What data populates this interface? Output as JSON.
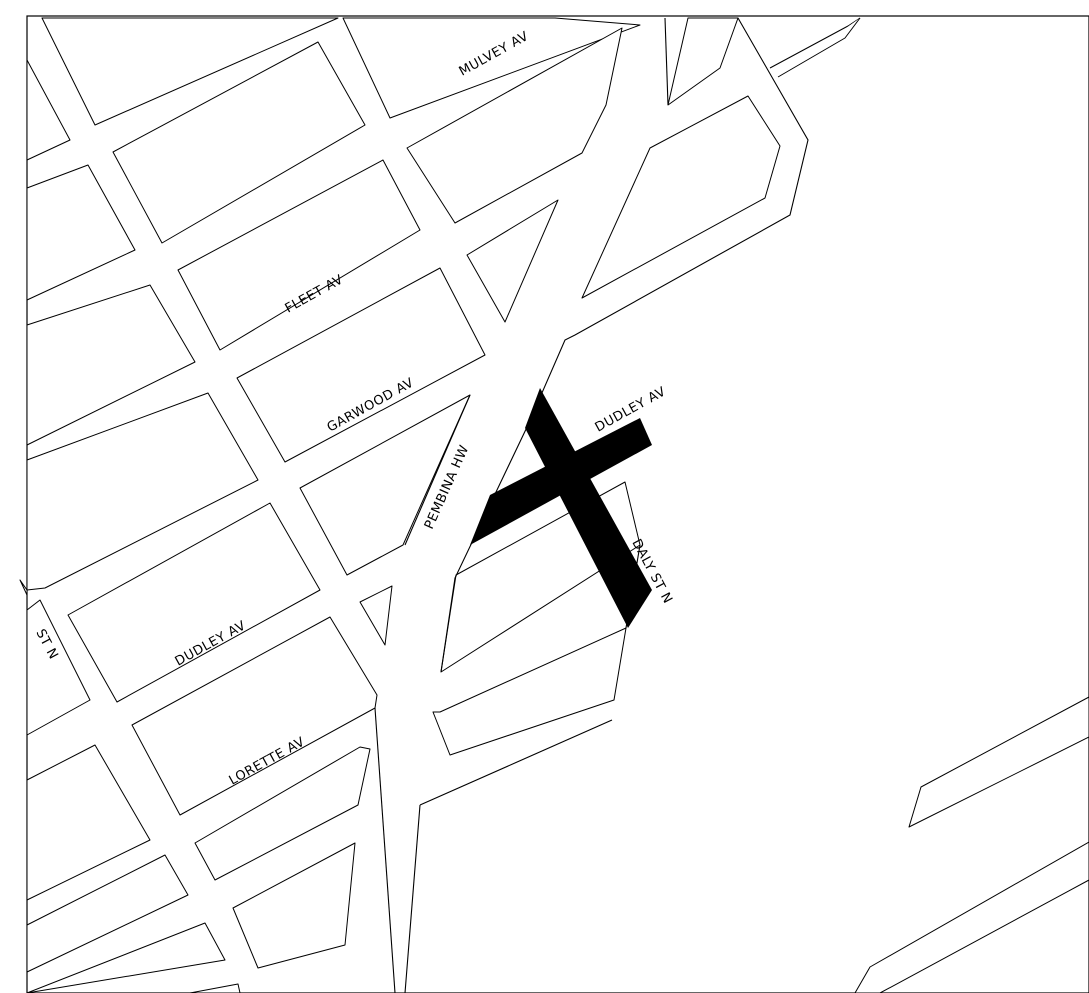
{
  "map": {
    "colors": {
      "background": "#ffffff",
      "line": "#000000",
      "highlight": "#000000"
    },
    "streets": {
      "mulvey": "MULVEY AV",
      "fleet": "FLEET AV",
      "garwood": "GARWOOD AV",
      "dudley_east": "DUDLEY AV",
      "dudley_west": "DUDLEY AV",
      "pembina": "PEMBINA HW",
      "daly": "DALY ST N",
      "lorette": "LORETTE AV",
      "partial_left": "ST N"
    },
    "highlight": {
      "description": "",
      "streets": [
        "DUDLEY AV",
        "DALY ST N"
      ]
    }
  }
}
